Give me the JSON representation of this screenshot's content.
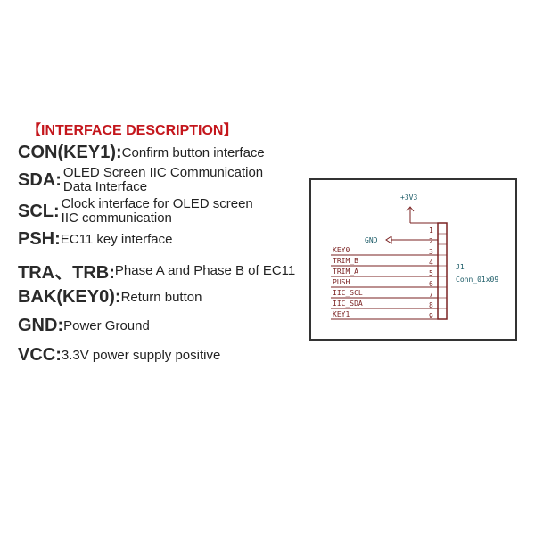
{
  "section_title": "【INTERFACE DESCRIPTION】",
  "items": [
    {
      "key": "CON(KEY1):",
      "desc": [
        "Confirm button interface"
      ]
    },
    {
      "key": "SDA:",
      "desc": [
        "OLED Screen IIC Communication",
        "Data Interface"
      ]
    },
    {
      "key": "SCL:",
      "desc": [
        "Clock interface for OLED screen",
        "IIC communication"
      ]
    },
    {
      "key": "PSH:",
      "desc": [
        "EC11 key interface"
      ]
    },
    {
      "key": "TRA、TRB:",
      "desc": [
        "Phase A and Phase B of EC11"
      ]
    },
    {
      "key": "BAK(KEY0):",
      "desc": [
        "Return button"
      ]
    },
    {
      "key": "GND:",
      "desc": [
        "Power Ground"
      ]
    },
    {
      "key": "VCC:",
      "desc": [
        "3.3V power supply positive"
      ]
    }
  ],
  "schematic": {
    "power_label": "+3V3",
    "gnd_label": "GND",
    "ref": "J1",
    "value": "Conn_01x09",
    "pin_numbers": [
      "1",
      "2",
      "3",
      "4",
      "5",
      "6",
      "7",
      "8",
      "9"
    ],
    "nets": [
      "KEY0",
      "TRIM_B",
      "TRIM_A",
      "PUSH",
      "IIC_SCL",
      "IIC_SDA",
      "KEY1"
    ]
  }
}
